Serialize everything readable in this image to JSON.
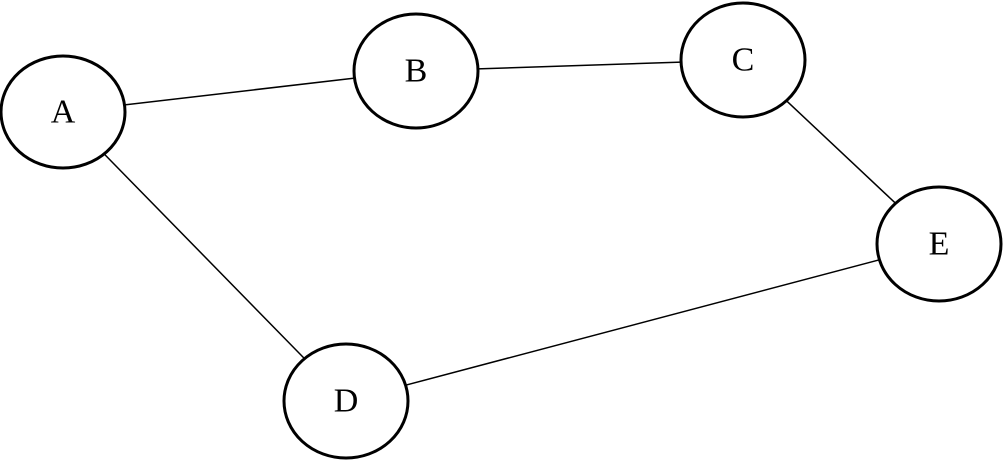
{
  "graph": {
    "nodes": [
      {
        "id": "A",
        "label": "A"
      },
      {
        "id": "B",
        "label": "B"
      },
      {
        "id": "C",
        "label": "C"
      },
      {
        "id": "D",
        "label": "D"
      },
      {
        "id": "E",
        "label": "E"
      }
    ],
    "edges": [
      {
        "from": "A",
        "to": "B"
      },
      {
        "from": "B",
        "to": "C"
      },
      {
        "from": "C",
        "to": "E"
      },
      {
        "from": "A",
        "to": "D"
      },
      {
        "from": "D",
        "to": "E"
      }
    ]
  }
}
